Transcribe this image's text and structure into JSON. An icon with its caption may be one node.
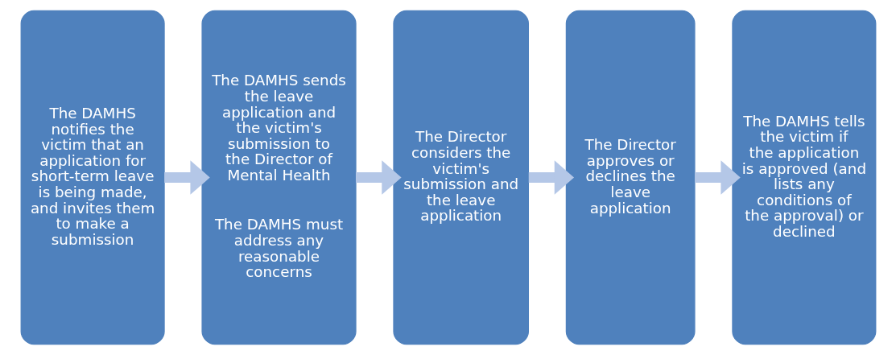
{
  "diagram": {
    "nodes": [
      {
        "text": [
          "The DAMHS notifies the victim that an application for short-term leave is being made, and invites them to make a submission"
        ]
      },
      {
        "text": [
          "The DAMHS sends the leave application and the victim's submission to the Director of Mental Health",
          "The DAMHS must address any reasonable concerns"
        ]
      },
      {
        "text": [
          "The Director considers the victim's submission and the leave application"
        ]
      },
      {
        "text": [
          "The Director approves or declines the leave application"
        ]
      },
      {
        "text": [
          "The DAMHS tells the victim if the application is approved (and lists any conditions of the approval) or declined"
        ]
      }
    ],
    "edges": [
      {
        "from": 0,
        "to": 1,
        "arrow": "to"
      },
      {
        "from": 1,
        "to": 2,
        "arrow": "to"
      },
      {
        "from": 2,
        "to": 3,
        "arrow": "to"
      },
      {
        "from": 3,
        "to": 4,
        "arrow": "to"
      }
    ]
  }
}
